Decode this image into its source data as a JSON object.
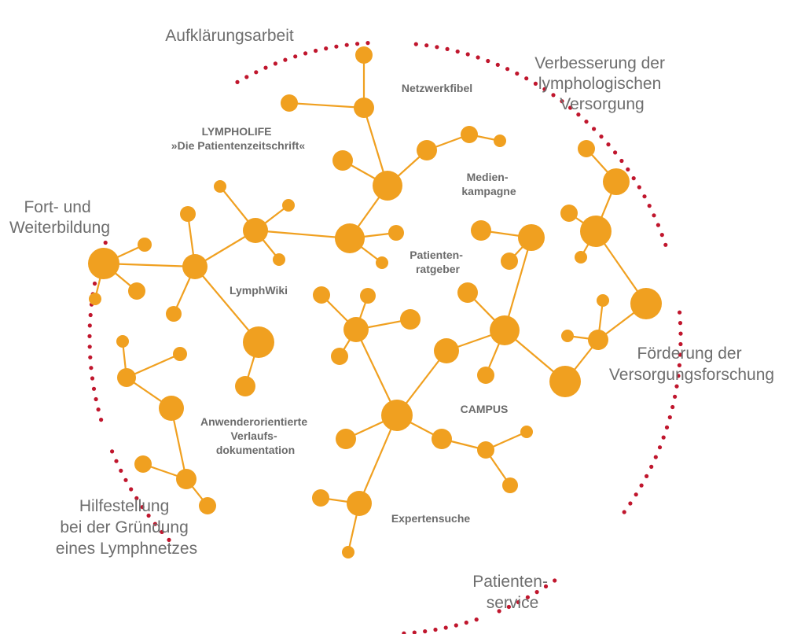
{
  "colors": {
    "node": "#f0a020",
    "edge": "#f0a020",
    "ring_dots": "#c0162d",
    "outer_text": "#6e6e6e",
    "inner_text": "#6b6b6b"
  },
  "outer_labels": {
    "aufklaerung": [
      "Aufklärungsarbeit"
    ],
    "verbesserung": [
      "Verbesserung der",
      "lymphologischen",
      "Versorgung"
    ],
    "fortbildung": [
      "Fort- und",
      "Weiterbildung"
    ],
    "foerderung": [
      "Förderung der",
      "Versorgungsforschung"
    ],
    "hilfestellung": [
      "Hilfestellung",
      "bei der Gründung",
      "eines Lymphnetzes"
    ],
    "patientenservice": [
      "Patienten-",
      "service"
    ]
  },
  "inner_labels": {
    "netzwerkfibel": [
      "Netzwerkfibel"
    ],
    "lympholife": [
      "LYMPHOLIFE",
      "»Die Patientenzeitschrift«"
    ],
    "medienkampagne": [
      "Medien-",
      "kampagne"
    ],
    "patientenratgeber": [
      "Patienten-",
      "ratgeber"
    ],
    "lymphwiki": [
      "LymphWiki"
    ],
    "campus": [
      "CAMPUS"
    ],
    "anwender": [
      "Anwenderorientierte",
      "Verlaufs-",
      "dokumentation"
    ],
    "expertensuche": [
      "Expertensuche"
    ]
  }
}
